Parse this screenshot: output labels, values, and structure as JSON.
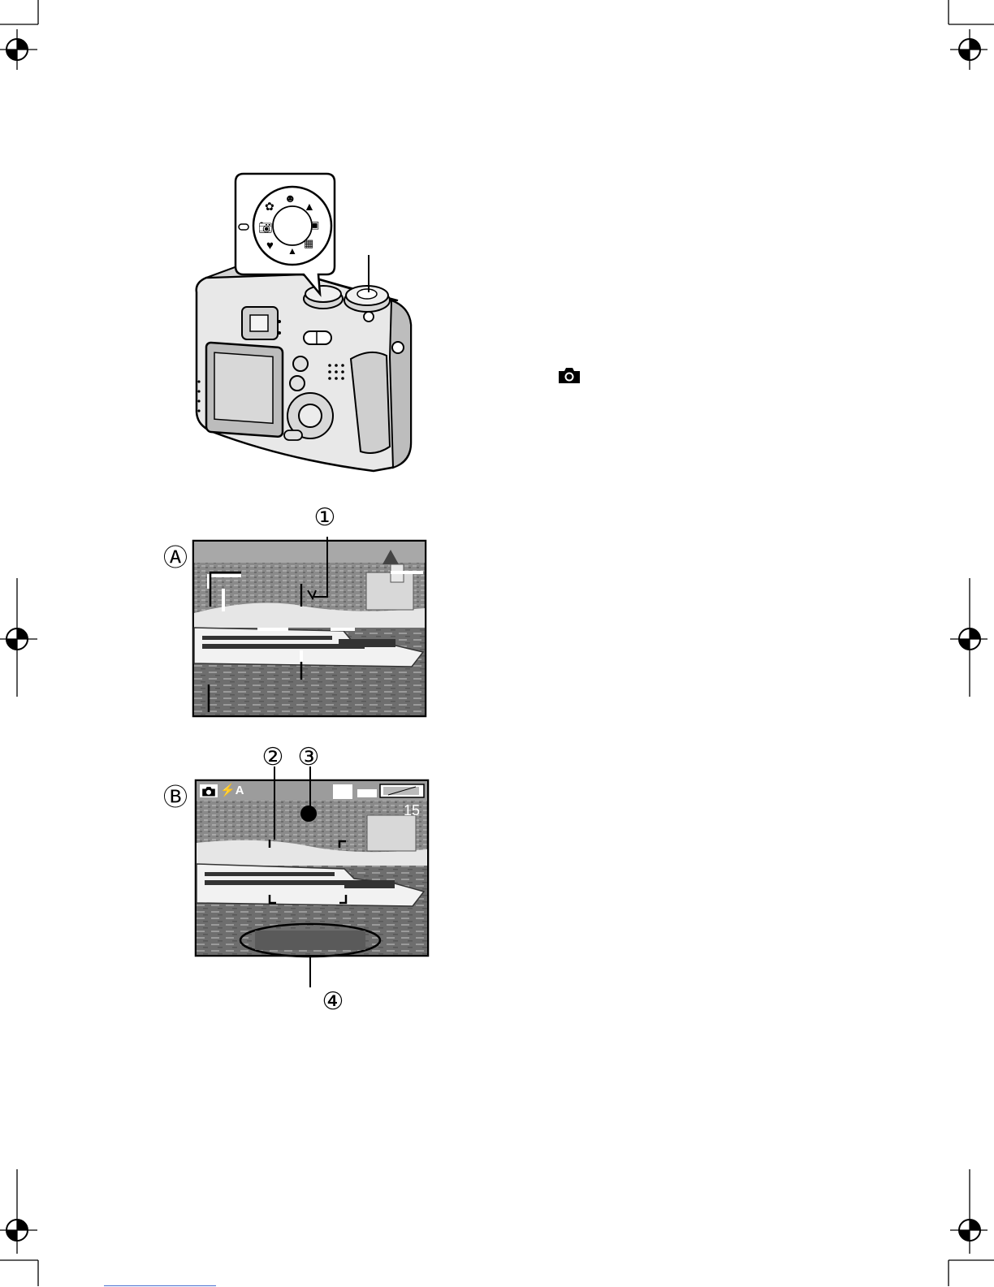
{
  "callouts": {
    "screen_a": "Ⓐ",
    "screen_b": "Ⓑ",
    "one": "①",
    "two": "②",
    "three": "③",
    "four": "④"
  },
  "screen_b": {
    "flash_mode": "⚡A",
    "remaining_count": "15"
  },
  "mode_dial": {
    "icons": [
      "camera-icon",
      "heart-icon",
      "flower-icon",
      "portrait-icon",
      "landscape-icon",
      "night-icon",
      "movie-icon",
      "playback-icon"
    ]
  },
  "text_icon": "camera-icon",
  "colors": {
    "registration_mark": "#000000",
    "footer_link": "#4a6fd0"
  }
}
